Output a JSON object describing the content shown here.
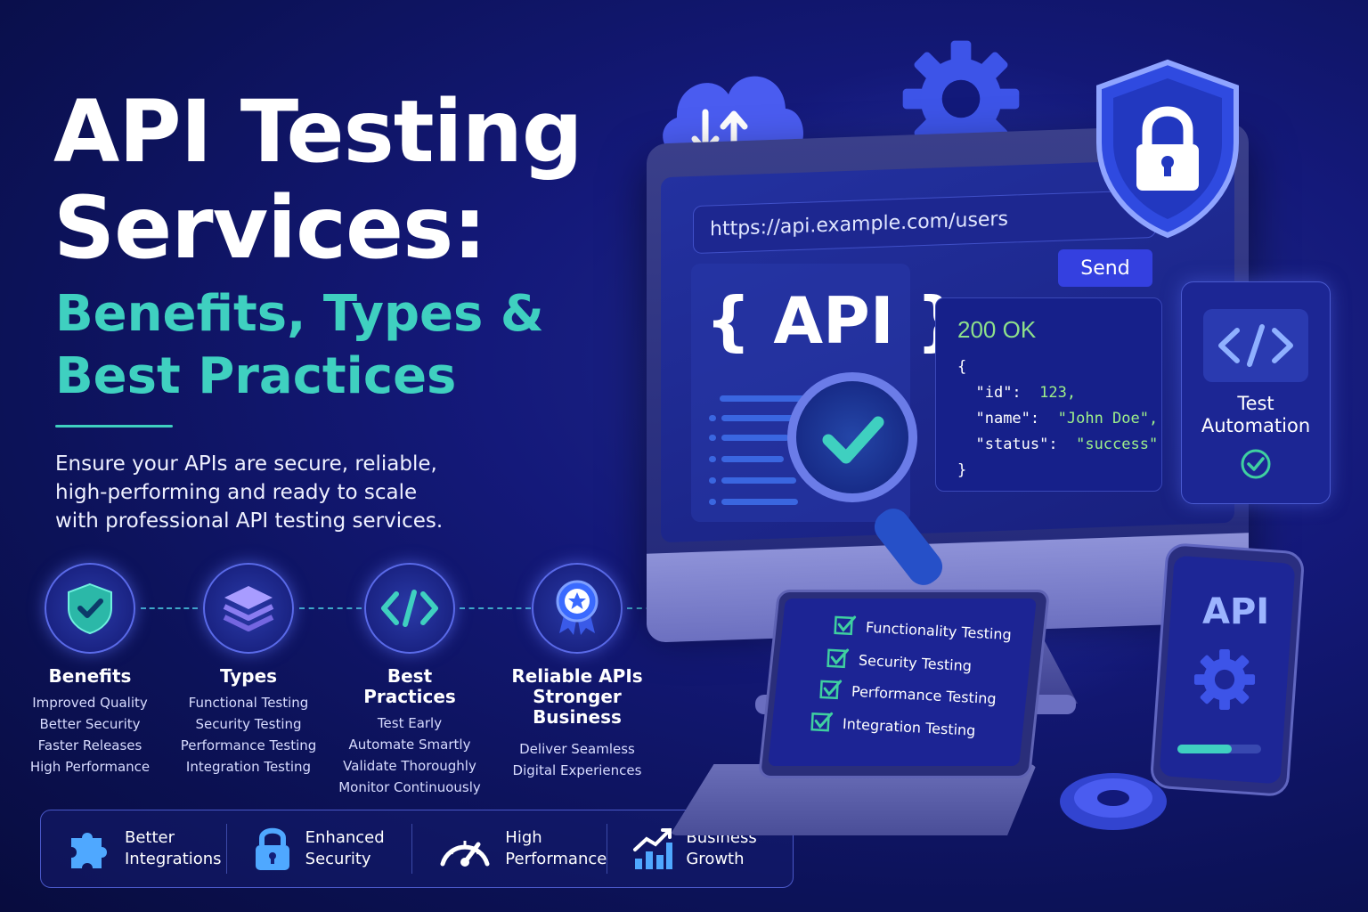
{
  "title": {
    "line1": "API Testing",
    "line2": "Services:"
  },
  "subtitle": {
    "line1": "Benefits, Types &",
    "line2": "Best Practices"
  },
  "description": [
    "Ensure your APIs are secure, reliable,",
    "high-performing and ready to scale",
    "with professional API testing services."
  ],
  "features": [
    {
      "heading": "Benefits",
      "items": [
        "Improved Quality",
        "Better Security",
        "Faster Releases",
        "High Performance"
      ]
    },
    {
      "heading": "Types",
      "items": [
        "Functional Testing",
        "Security Testing",
        "Performance Testing",
        "Integration Testing"
      ]
    },
    {
      "heading_line1": "Best",
      "heading_line2": "Practices",
      "items": [
        "Test Early",
        "Automate Smartly",
        "Validate Thoroughly",
        "Monitor Continuously"
      ]
    },
    {
      "heading_line1": "Reliable APIs",
      "heading_line2": "Stronger Business",
      "items": [
        "Deliver Seamless",
        "Digital Experiences"
      ]
    }
  ],
  "bottom_bar": [
    {
      "line1": "Better",
      "line2": "Integrations",
      "icon": "puzzle-icon"
    },
    {
      "line1": "Enhanced",
      "line2": "Security",
      "icon": "padlock-icon"
    },
    {
      "line1": "High",
      "line2": "Performance",
      "icon": "speedometer-icon"
    },
    {
      "line1": "Business",
      "line2": "Growth",
      "icon": "growth-chart-icon"
    }
  ],
  "monitor": {
    "url": "https://api.example.com/users",
    "send_label": "Send",
    "api_label": "{ API }",
    "response": {
      "status": "200 OK",
      "open": "{",
      "lines": [
        {
          "key": "\"id\":",
          "value": "123,"
        },
        {
          "key": "\"name\":",
          "value": "\"John Doe\","
        },
        {
          "key": "\"status\":",
          "value": "\"success\""
        }
      ],
      "close": "}"
    }
  },
  "automation_card": {
    "line1": "Test",
    "line2": "Automation"
  },
  "laptop_checklist": [
    "Functionality Testing",
    "Security Testing",
    "Performance Testing",
    "Integration Testing"
  ],
  "phone": {
    "label": "API",
    "progress": 0.65
  },
  "colors": {
    "accent_teal": "#3fd0c0",
    "accent_blue": "#3440e0",
    "code_value": "#9ef08a",
    "background": "#14197a"
  }
}
